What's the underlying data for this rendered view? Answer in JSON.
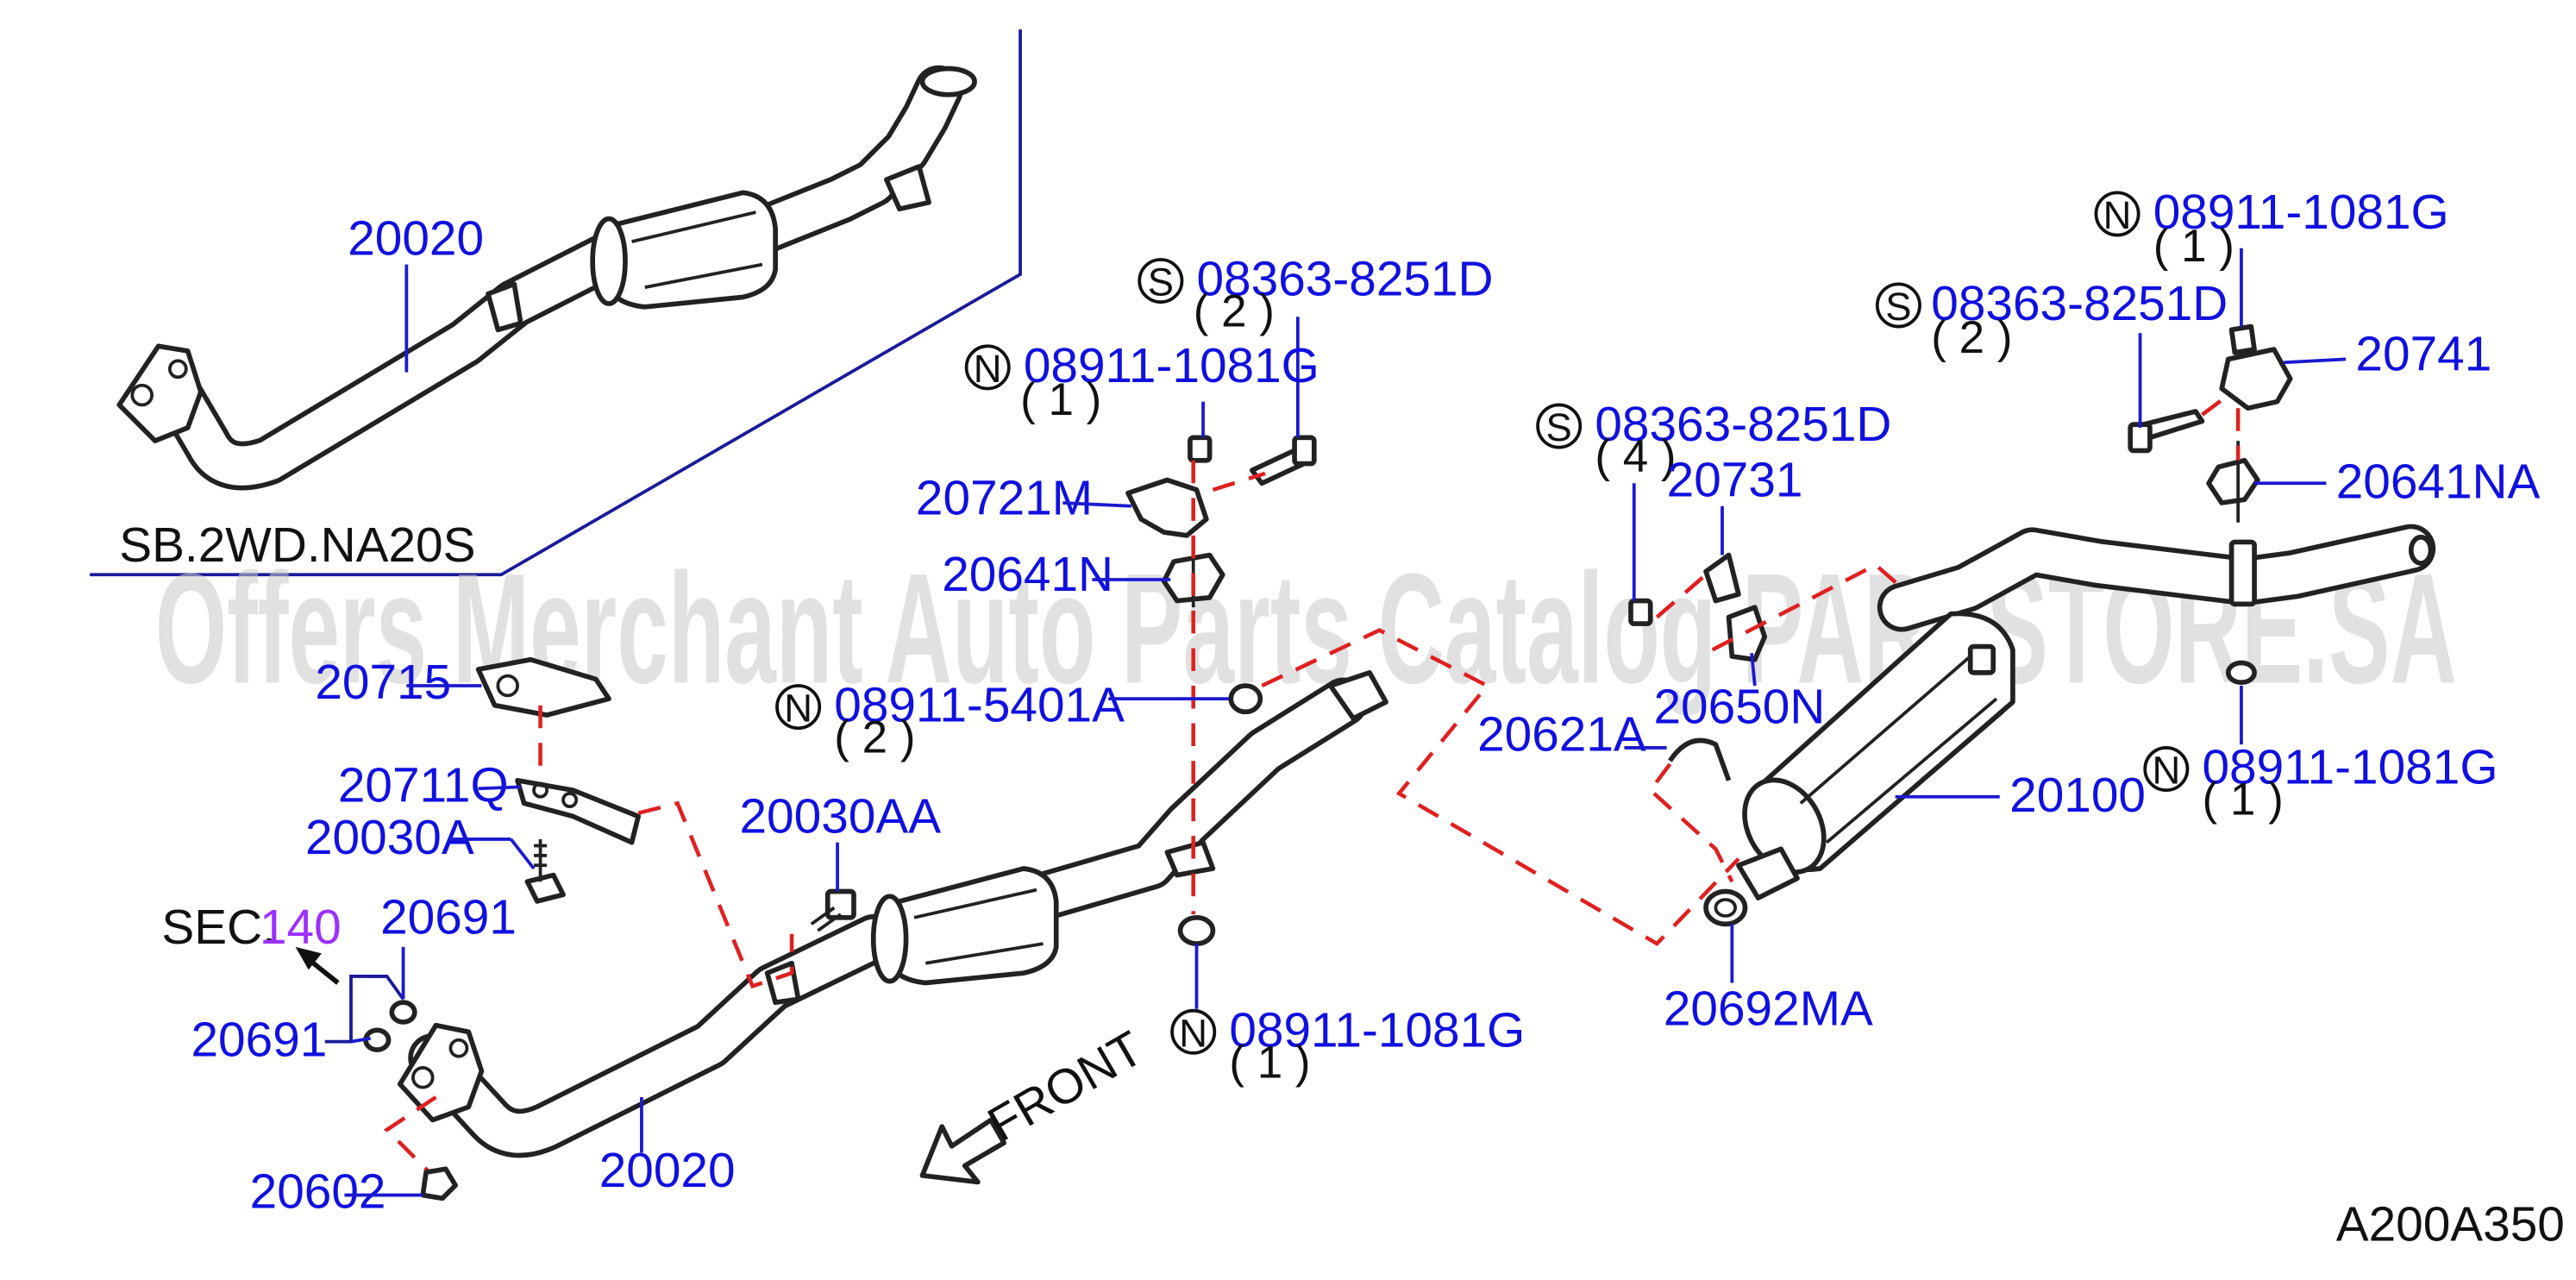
{
  "labels": {
    "p20020_top": "20020",
    "variant": "SB.2WD.NA20S",
    "p08363_a": "08363-8251D",
    "p08363_a_qty": "( 2 )",
    "p08911_1081G_a": "08911-1081G",
    "p08911_1081G_a_qty": "( 1 )",
    "p20721M": "20721M",
    "p20641N": "20641N",
    "p20715": "20715",
    "p08911_5401A": "08911-5401A",
    "p08911_5401A_qty": "( 2 )",
    "p20711Q": "20711Q",
    "p20030A": "20030A",
    "p20030AA": "20030AA",
    "sec_prefix": "SEC.",
    "sec_num": "140",
    "p20691_a": "20691",
    "p20691_b": "20691",
    "p08911_1081G_b": "08911-1081G",
    "p08911_1081G_b_qty": "( 1 )",
    "front": "FRONT",
    "p20602": "20602",
    "p20020_main": "20020",
    "p08363_b": "08363-8251D",
    "p08363_b_qty": "( 4 )",
    "p20731": "20731",
    "p20650N": "20650N",
    "p20621A": "20621A",
    "p20100": "20100",
    "p20692MA": "20692MA",
    "p08911_1081G_c": "08911-1081G",
    "p08911_1081G_c_qty": "( 1 )",
    "p08363_c": "08363-8251D",
    "p08363_c_qty": "( 2 )",
    "p20741": "20741",
    "p20641NA": "20641NA",
    "p08911_1081G_d": "08911-1081G",
    "p08911_1081G_d_qty": "( 1 )",
    "code": "A200A350",
    "watermark": "Offers Merchant Auto Parts Catalog PARTSTORE.SA"
  },
  "markers": {
    "n": "N",
    "s": "S"
  },
  "colors": {
    "link": "#1010e0",
    "section_ref": "#9b30ff",
    "dashed_leader": "#e02020",
    "line": "#222222"
  }
}
